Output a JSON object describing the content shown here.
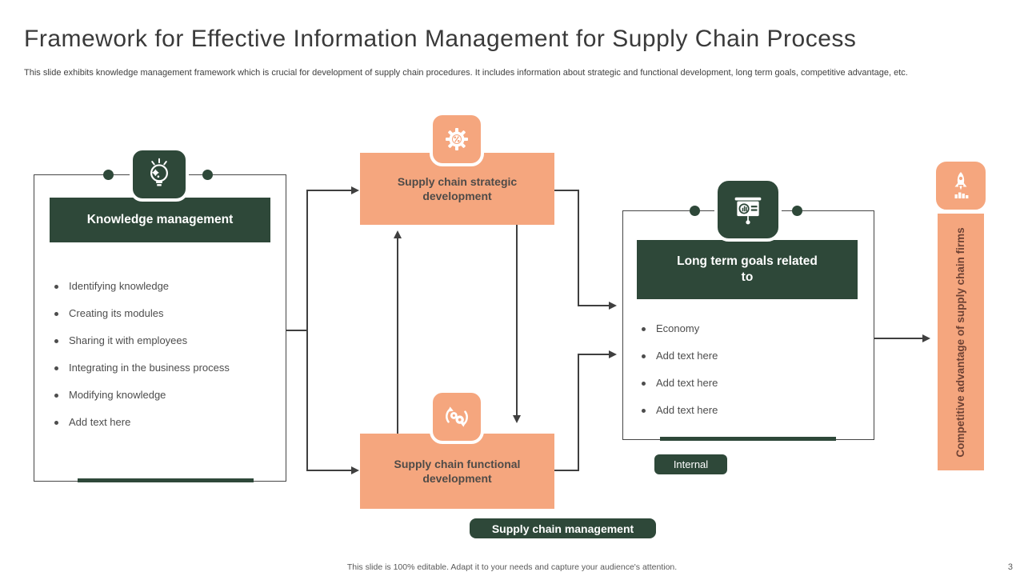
{
  "slide": {
    "title": "Framework for Effective Information Management for Supply Chain Process",
    "subtitle": "This slide exhibits knowledge management framework which is crucial for development of supply chain procedures. It includes information about strategic and functional development, long term goals, competitive advantage, etc.",
    "footer": "This slide is 100% editable. Adapt it to your needs and capture your audience's attention.",
    "page_number": "3"
  },
  "colors": {
    "dark_green": "#2e4839",
    "orange": "#f5a67e",
    "connector": "#3f3f3f",
    "body_text": "#4d4d4d",
    "bar_text": "#6e4234"
  },
  "knowledge": {
    "header": "Knowledge management",
    "icon": "lightbulb-gear-icon",
    "bullets": [
      "Identifying knowledge",
      "Creating its modules",
      "Sharing it with employees",
      "Integrating in the business process",
      "Modifying knowledge",
      "Add text here"
    ]
  },
  "strategic": {
    "label": "Supply chain strategic development",
    "icon": "gear-icon"
  },
  "functional": {
    "label": "Supply chain functional development",
    "icon": "process-gears-icon"
  },
  "goals": {
    "header": "Long term goals related to",
    "icon": "presentation-chart-icon",
    "bullets": [
      "Economy",
      "Add text here",
      "Add text here",
      "Add text here"
    ],
    "tag": "Internal"
  },
  "advantage": {
    "label": "Competitive advantage of supply chain firms",
    "icon": "rocket-icon"
  },
  "bottom_label": "Supply chain management"
}
